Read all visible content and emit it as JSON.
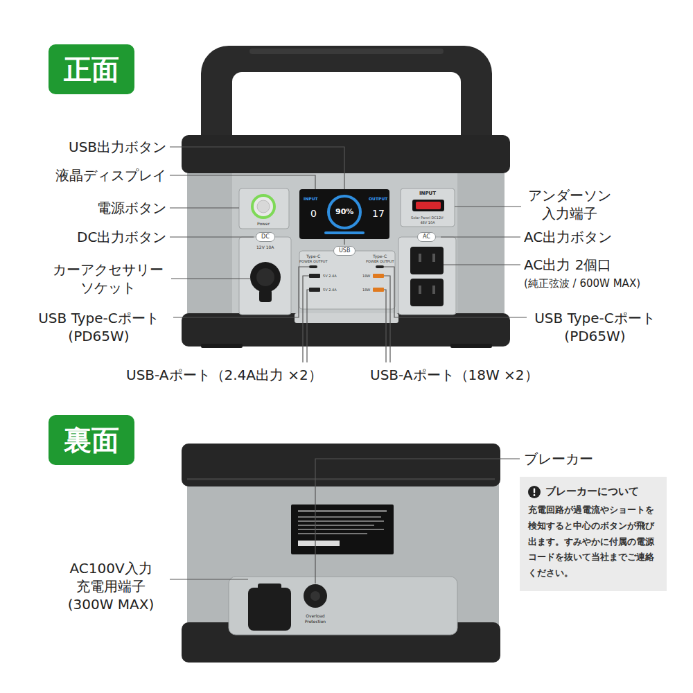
{
  "diagram": {
    "nodes": [
      {
        "text": [
          "正面"
        ]
      },
      {
        "text": [
          "DC"
        ]
      },
      {
        "text": [
          "AC"
        ]
      },
      {
        "text": [
          "USB"
        ]
      },
      {
        "text": [
          "裏面"
        ]
      },
      {
        "text": [
          "ブレーカーについて",
          "充電回路が過電流やショートを検知すると中心のボタンが飛び出ます。すみやかに付属の電源コードを抜いて当社までご連絡ください。"
        ]
      }
    ],
    "labels": [
      "USB出力ボタン",
      "液晶ディスプレイ",
      "電源ボタン",
      "DC出力ボタン",
      "カーアクセサリー ソケット",
      "USB Type-Cポート (PD65W)",
      "アンダーソン 入力端子",
      "AC出力ボタン",
      "AC出力 2個口",
      "(純正弦波 / 600W MAX)",
      "USB Type-Cポート (PD65W)",
      "USB-Aポート（2.4A出力 ×2）",
      "USB-Aポート（18W ×2）",
      "ブレーカー",
      "AC100V入力 充電用端子 (300W MAX)",
      "Power",
      "12V 10A",
      "INPUT",
      "Solar Panel DC12V-48V 10A",
      "INPUT",
      "0",
      "90%",
      "OUTPUT",
      "17",
      "Type-C",
      "POWER OUTPUT",
      "5V 2.4A",
      "5V 2.4A",
      "Type-C",
      "POWER OUTPUT",
      "18W",
      "18W",
      "Overload Protection"
    ]
  }
}
